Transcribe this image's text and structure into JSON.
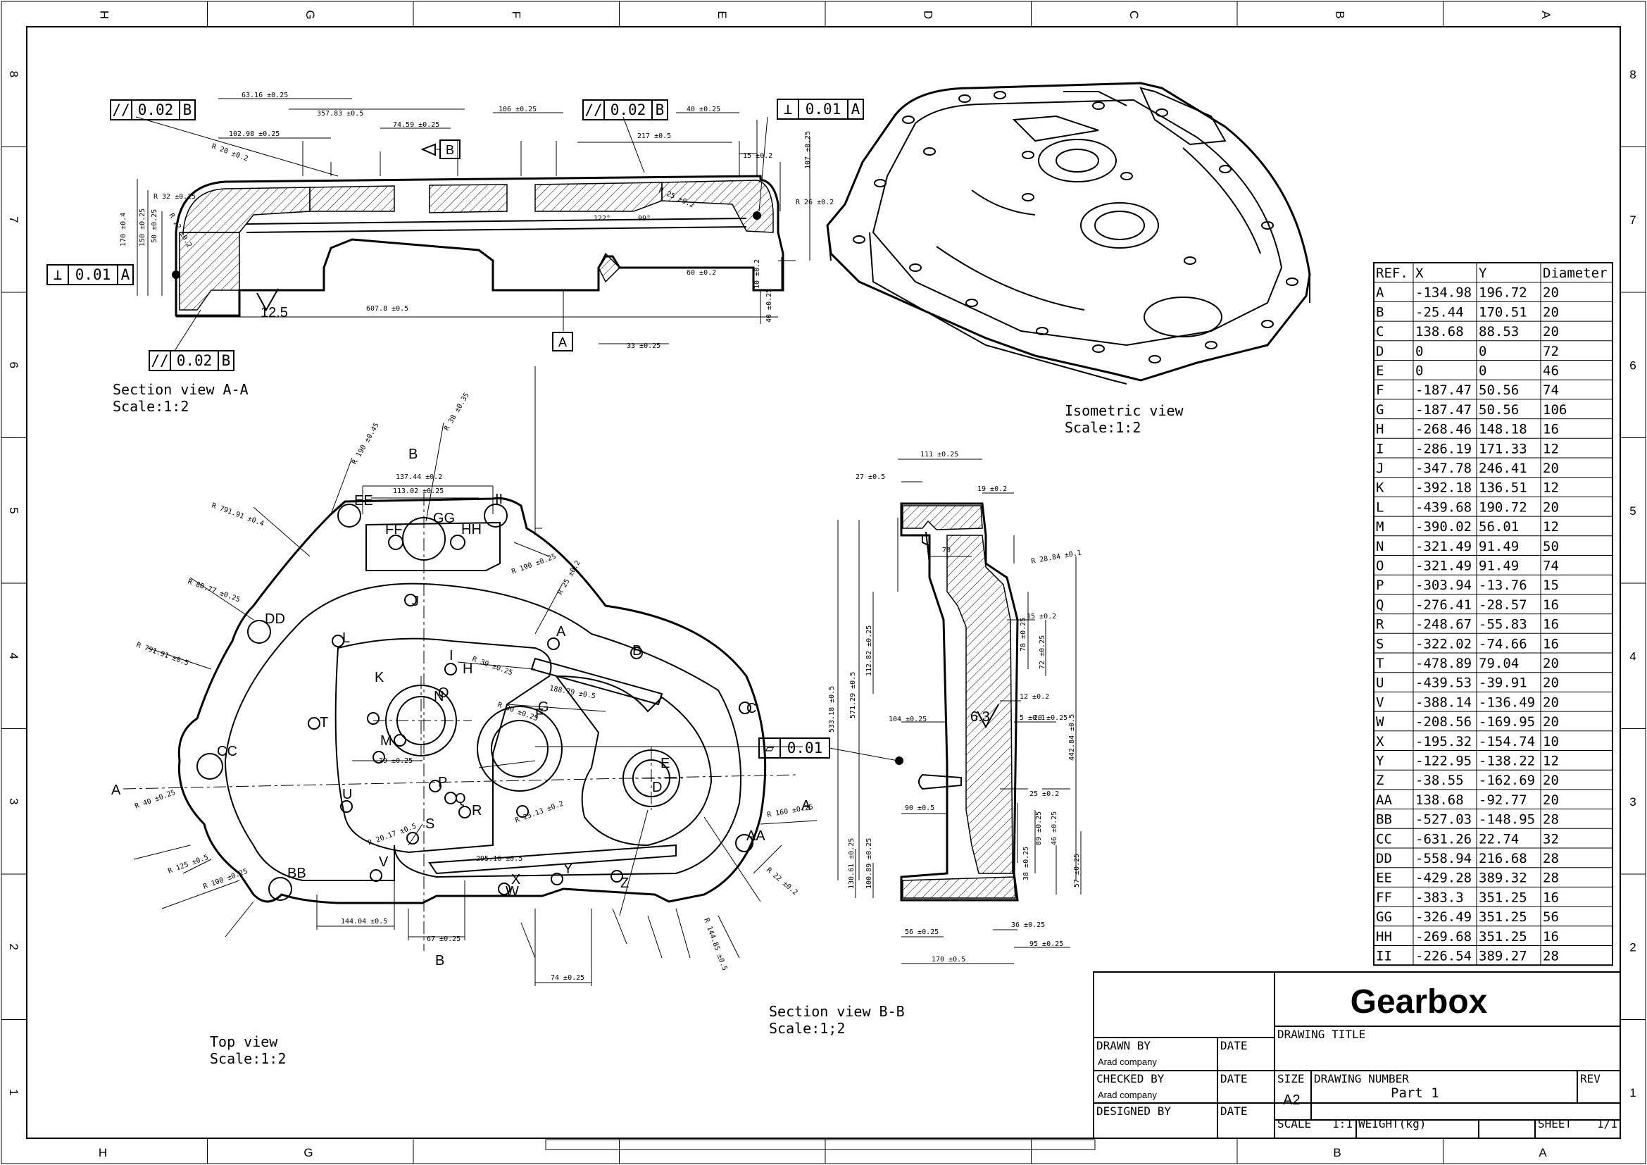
{
  "border": {
    "columns_top": [
      "H",
      "G",
      "F",
      "E",
      "D",
      "C",
      "B",
      "A"
    ],
    "columns_bottom": [
      "H",
      "G",
      "B",
      "A"
    ],
    "rows": [
      "8",
      "7",
      "6",
      "5",
      "4",
      "3",
      "2",
      "1"
    ]
  },
  "views": {
    "section_aa": {
      "title": "Section view A-A",
      "scale": "Scale:1:2"
    },
    "isometric": {
      "title": "Isometric view",
      "scale": "Scale:1:2"
    },
    "top": {
      "title": "Top view",
      "scale": "Scale:1:2"
    },
    "section_bb": {
      "title": "Section view B-B",
      "scale": "Scale:1;2"
    }
  },
  "tolerance_frames": [
    {
      "symbol": "//",
      "value": "0.02",
      "datum": "B"
    },
    {
      "symbol": "//",
      "value": "0.02",
      "datum": "B"
    },
    {
      "symbol": "⊥",
      "value": "0.01",
      "datum": "A"
    },
    {
      "symbol": "⊥",
      "value": "0.01",
      "datum": "A"
    },
    {
      "symbol": "//",
      "value": "0.02",
      "datum": "B"
    },
    {
      "symbol": "▱",
      "value": "0.01",
      "datum": ""
    }
  ],
  "datums": [
    "A",
    "B",
    "A",
    "B"
  ],
  "surface_finish": [
    "12.5",
    "6.3"
  ],
  "dimensions_aa": [
    "63.16 ±0.25",
    "357.83 ±0.5",
    "74.59 ±0.25",
    "102.98 ±0.25",
    "106 ±0.25",
    "217 ±0.5",
    "40 ±0.25",
    "15 ±0.2",
    "107 ±0.25",
    "R 20 ±0.2",
    "R 32 ±0.25",
    "R 12 ±0.2",
    "170 ±0.4",
    "150 ±0.25",
    "50 ±0.25",
    "607.8 ±0.5",
    "60 ±0.2",
    "10 ±0.2",
    "40 ±0.25",
    "33 ±0.25",
    "R 26 ±0.2",
    "122°",
    "99°",
    "R 25 ±0.2"
  ],
  "dimensions_top": [
    "137.44 ±0.2",
    "113.02 ±0.25",
    "R 190 ±0.45",
    "R 38 ±0.35",
    "R 791.91 ±0.4",
    "R 80.77 ±0.25",
    "R 791.91 ±0.5",
    "R 190 ±0.25",
    "R 25 ±0.2",
    "R 30 ±0.25",
    "R 30 ±0.25",
    "188.79 ±0.5",
    "79 ±0.25",
    "R 20.17 ±0.5",
    "R 25.13 ±0.2",
    "295.16 ±0.5",
    "144.04 ±0.5",
    "67 ±0.25",
    "74 ±0.25",
    "R 160 ±0.25",
    "R 22 ±0.2",
    "R 100 ±0.25",
    "R 125 ±0.5",
    "R 40 ±0.25",
    "R 144.85 ±0.5"
  ],
  "dimensions_bb": [
    "111 ±0.25",
    "27 ±0.5",
    "19 ±0.2",
    "70",
    "533.18 ±0.5",
    "571.29 ±0.5",
    "112.82 ±0.25",
    "104 ±0.25",
    "90 ±0.5",
    "130.61 ±0.25",
    "100.89 ±0.25",
    "56 ±0.25",
    "170 ±0.5",
    "36 ±0.25",
    "95 ±0.25",
    "15 ±0.2",
    "12 ±0.2",
    "72 ±0.25",
    "78 ±0.25",
    "5 ±0.1",
    "20 ±0.25",
    "442.84 ±0.5",
    "25 ±0.2",
    "89 ±0.25",
    "46 ±0.25",
    "57 ±0.25",
    "38 ±0.25",
    "R 28.84 ±0.1"
  ],
  "top_labels": [
    "EE",
    "FF",
    "GG",
    "HH",
    "II",
    "DD",
    "CC",
    "BB",
    "AA",
    "J",
    "L",
    "K",
    "I",
    "H",
    "N",
    "O",
    "M",
    "P",
    "Q",
    "R",
    "S",
    "T",
    "U",
    "V",
    "W",
    "X",
    "Y",
    "Z",
    "A",
    "B",
    "C",
    "D",
    "E",
    "F",
    "G"
  ],
  "section_markers": [
    "A",
    "A",
    "B",
    "B"
  ],
  "hole_table": {
    "headers": [
      "REF.",
      "X",
      "Y",
      "Diameter"
    ],
    "rows": [
      [
        "A",
        "-134.98",
        "196.72",
        "20"
      ],
      [
        "B",
        "-25.44",
        "170.51",
        "20"
      ],
      [
        "C",
        "138.68",
        "88.53",
        "20"
      ],
      [
        "D",
        "0",
        "0",
        "72"
      ],
      [
        "E",
        "0",
        "0",
        "46"
      ],
      [
        "F",
        "-187.47",
        "50.56",
        "74"
      ],
      [
        "G",
        "-187.47",
        "50.56",
        "106"
      ],
      [
        "H",
        "-268.46",
        "148.18",
        "16"
      ],
      [
        "I",
        "-286.19",
        "171.33",
        "12"
      ],
      [
        "J",
        "-347.78",
        "246.41",
        "20"
      ],
      [
        "K",
        "-392.18",
        "136.51",
        "12"
      ],
      [
        "L",
        "-439.68",
        "190.72",
        "20"
      ],
      [
        "M",
        "-390.02",
        "56.01",
        "12"
      ],
      [
        "N",
        "-321.49",
        "91.49",
        "50"
      ],
      [
        "O",
        "-321.49",
        "91.49",
        "74"
      ],
      [
        "P",
        "-303.94",
        "-13.76",
        "15"
      ],
      [
        "Q",
        "-276.41",
        "-28.57",
        "16"
      ],
      [
        "R",
        "-248.67",
        "-55.83",
        "16"
      ],
      [
        "S",
        "-322.02",
        "-74.66",
        "16"
      ],
      [
        "T",
        "-478.89",
        "79.04",
        "20"
      ],
      [
        "U",
        "-439.53",
        "-39.91",
        "20"
      ],
      [
        "V",
        "-388.14",
        "-136.49",
        "20"
      ],
      [
        "W",
        "-208.56",
        "-169.95",
        "20"
      ],
      [
        "X",
        "-195.32",
        "-154.74",
        "10"
      ],
      [
        "Y",
        "-122.95",
        "-138.22",
        "12"
      ],
      [
        "Z",
        "-38.55",
        "-162.69",
        "20"
      ],
      [
        "AA",
        "138.68",
        "-92.77",
        "20"
      ],
      [
        "BB",
        "-527.03",
        "-148.95",
        "28"
      ],
      [
        "CC",
        "-631.26",
        "22.74",
        "32"
      ],
      [
        "DD",
        "-558.94",
        "216.68",
        "28"
      ],
      [
        "EE",
        "-429.28",
        "389.32",
        "28"
      ],
      [
        "FF",
        "-383.3",
        "351.25",
        "16"
      ],
      [
        "GG",
        "-326.49",
        "351.25",
        "56"
      ],
      [
        "HH",
        "-269.68",
        "351.25",
        "16"
      ],
      [
        "II",
        "-226.54",
        "389.27",
        "28"
      ]
    ]
  },
  "title_block": {
    "title": "Gearbox",
    "drawing_title_label": "DRAWING TITLE",
    "drawn_by_label": "DRAWN BY",
    "drawn_by": "Arad company",
    "checked_by_label": "CHECKED BY",
    "checked_by": "Arad company",
    "designed_by_label": "DESIGNED BY",
    "date_label": "DATE",
    "size_label": "SIZE",
    "size": "A2",
    "drawing_number_label": "DRAWING NUMBER",
    "drawing_number": "Part 1",
    "rev_label": "REV",
    "scale_label": "SCALE",
    "scale": "1:1",
    "weight_label": "WEIGHT(kg)",
    "sheet_label": "SHEET",
    "sheet": "1/1"
  }
}
